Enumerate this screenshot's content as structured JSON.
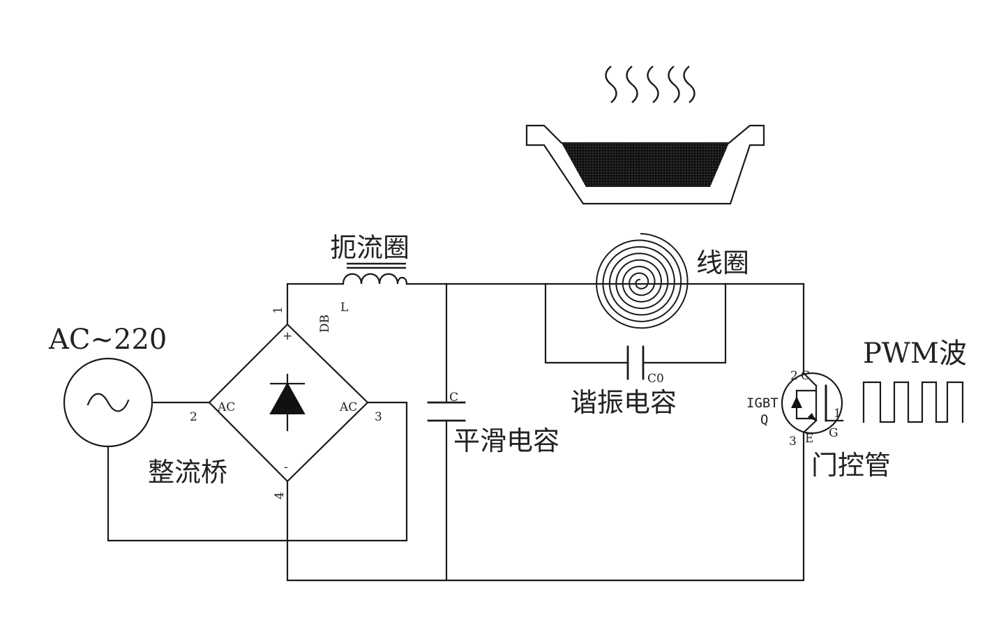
{
  "labels": {
    "ac_source": "AC~220",
    "rectifier_bridge": "整流桥",
    "choke": "扼流圈",
    "coil": "线圈",
    "resonant_cap": "谐振电容",
    "smoothing_cap": "平滑电容",
    "gate_tube": "门控管",
    "pwm": "PWM波"
  },
  "designators": {
    "bridge": "DB",
    "inductor": "L",
    "smoothing_cap": "C",
    "resonant_cap": "C0",
    "igbt_type": "IGBT",
    "igbt_ref": "Q"
  },
  "pins": {
    "bridge_plus": "+",
    "bridge_minus": "-",
    "bridge_ac_left": "AC",
    "bridge_ac_right": "AC",
    "bridge_1": "1",
    "bridge_2": "2",
    "bridge_3": "3",
    "bridge_4": "4",
    "igbt_2": "2",
    "igbt_c": "C",
    "igbt_3": "3",
    "igbt_e": "E",
    "igbt_1": "1",
    "igbt_g": "G"
  },
  "colors": {
    "line": "#1a1a1a",
    "fill": "#111111"
  }
}
